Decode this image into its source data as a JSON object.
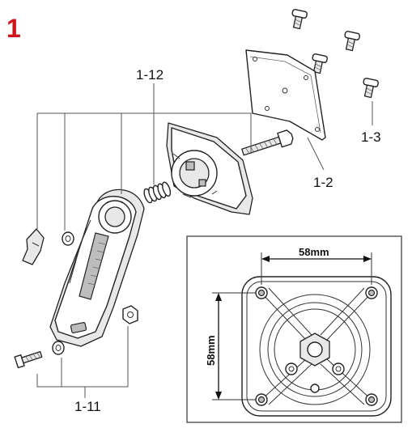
{
  "figure_number": "1",
  "colors": {
    "accent": "#d0141c",
    "line": "#222222",
    "dim_line": "#111111"
  },
  "labels": {
    "p1_12": "1-12",
    "p1_2": "1-2",
    "p1_3": "1-3",
    "p1_11": "1-11"
  },
  "dimensions": {
    "horizontal": "58mm",
    "vertical": "58mm"
  },
  "icons": [
    "screw-icon",
    "wing-nut-icon",
    "washer-icon",
    "spring-icon",
    "hex-nut-icon",
    "bolt-icon"
  ]
}
